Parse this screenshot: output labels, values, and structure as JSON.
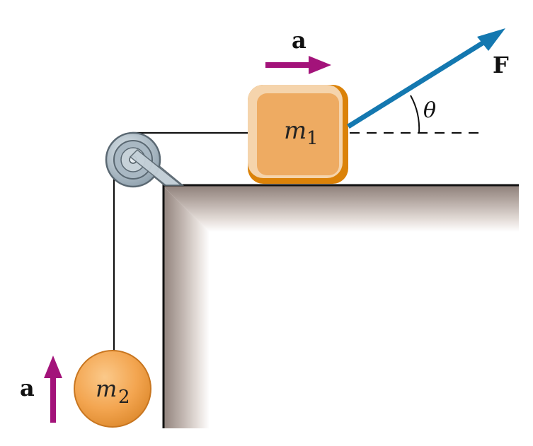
{
  "labels": {
    "accel_top": "a",
    "force": "F",
    "angle": "θ",
    "mass1_symbol": "m",
    "mass1_subscript": "1",
    "mass2_symbol": "m",
    "mass2_subscript": "2",
    "accel_left": "a"
  },
  "colors": {
    "accel_arrow": "#a3137a",
    "force_arrow": "#1478b0",
    "block_face": "#eeab62",
    "block_highlight": "#f5d4ac",
    "block_shadow": "#db8208",
    "ball_fill": "#f0a04a",
    "table_shadow": "#9b8f8a",
    "pulley": "#9fb0bc"
  },
  "icons": {
    "pulley": "pulley-icon",
    "block": "block-icon",
    "ball": "ball-icon"
  }
}
